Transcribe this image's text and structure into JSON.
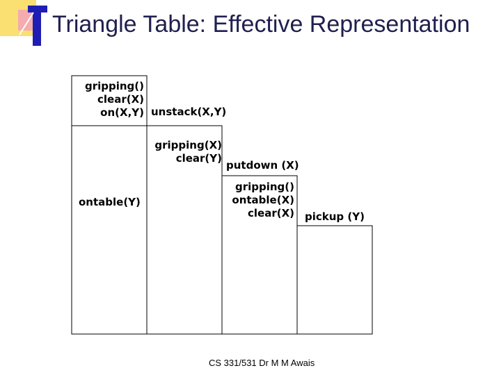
{
  "slide": {
    "title": "Triangle Table: Effective Representation",
    "footer": "CS 331/531 Dr M M Awais"
  },
  "table": {
    "row0": {
      "pre_lines": [
        "gripping()",
        "clear(X)",
        "on(X,Y)"
      ],
      "action": "unstack(X,Y)"
    },
    "row1": {
      "pre_lines": [
        "gripping(X)",
        "clear(Y)"
      ],
      "action": "putdown (X)"
    },
    "row2": {
      "col0": "ontable(Y)",
      "pre_lines": [
        "gripping()",
        "ontable(X)",
        "clear(X)"
      ],
      "action": "pickup (Y)"
    }
  },
  "colors": {
    "title": "#1f1f4f",
    "logo_blue": "#1e1eb4",
    "logo_yellow": "#f5c400",
    "logo_pink": "#f2a3b8"
  }
}
